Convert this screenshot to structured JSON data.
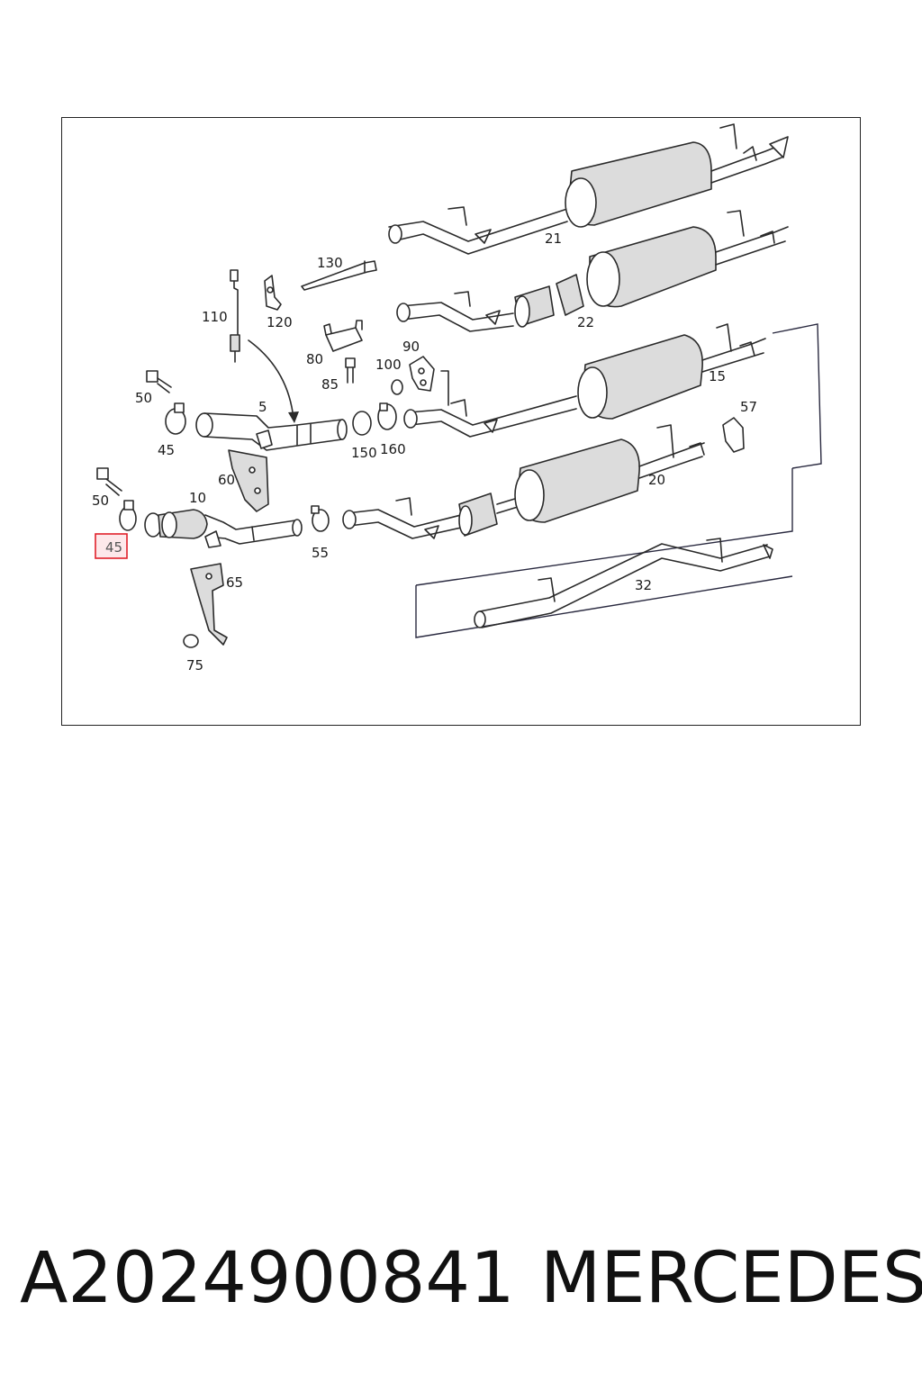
{
  "diagram": {
    "callouts": {
      "c21": "21",
      "c22": "22",
      "c130": "130",
      "c110": "110",
      "c120": "120",
      "c80": "80",
      "c90": "90",
      "c100": "100",
      "c85": "85",
      "c15": "15",
      "c50a": "50",
      "c5": "5",
      "c45a": "45",
      "c150": "150",
      "c160": "160",
      "c57": "57",
      "c60": "60",
      "c10": "10",
      "c50b": "50",
      "c20": "20",
      "c45b": "45",
      "c55": "55",
      "c65": "65",
      "c32": "32",
      "c75": "75"
    },
    "highlight_color": "#e0202a"
  },
  "footer": {
    "part_number": "A2024900841",
    "brand": "MERCEDES"
  }
}
